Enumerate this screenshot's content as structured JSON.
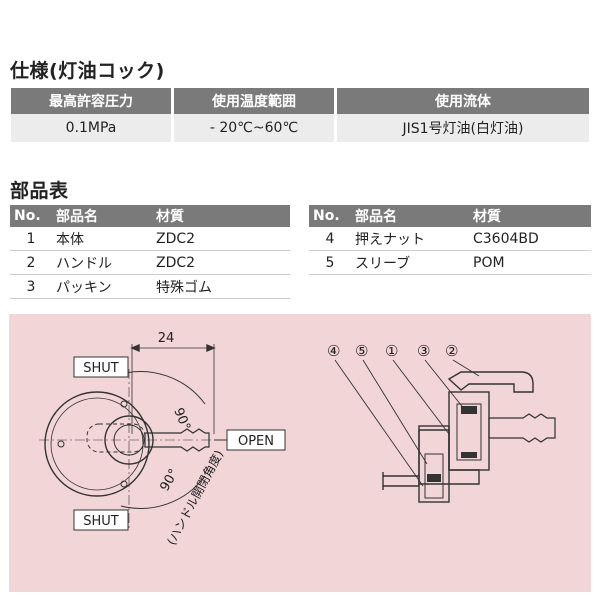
{
  "spec": {
    "title": "仕様(灯油コック)",
    "headers": [
      "最高許容圧力",
      "使用温度範囲",
      "使用流体"
    ],
    "values": [
      "0.1MPa",
      "- 20℃~60℃",
      "JIS1号灯油(白灯油)"
    ]
  },
  "parts": {
    "title": "部品表",
    "headers": {
      "no": "No.",
      "name": "部品名",
      "material": "材質"
    },
    "left_rows": [
      {
        "no": "1",
        "name": "本体",
        "material": "ZDC2"
      },
      {
        "no": "2",
        "name": "ハンドル",
        "material": "ZDC2"
      },
      {
        "no": "3",
        "name": "パッキン",
        "material": "特殊ゴム"
      }
    ],
    "right_rows": [
      {
        "no": "4",
        "name": "押えナット",
        "material": "C3604BD"
      },
      {
        "no": "5",
        "name": "スリーブ",
        "material": "POM"
      }
    ]
  },
  "diagram": {
    "dimension": "24",
    "shut_top": "SHUT",
    "shut_bottom": "SHUT",
    "open": "OPEN",
    "angle_90_top": "90°",
    "angle_90_bottom": "90°",
    "handle_note": "(ハンドル開閉角度)",
    "callouts": [
      "④",
      "⑤",
      "①",
      "③",
      "②"
    ],
    "colors": {
      "background": "#f2d5d6",
      "line": "#333333"
    }
  }
}
